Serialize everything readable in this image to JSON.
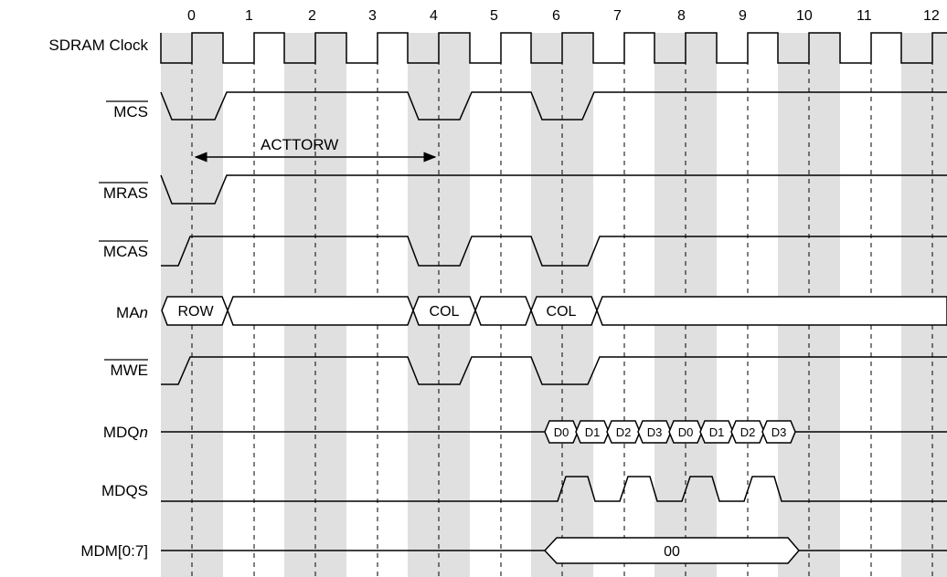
{
  "clock_label": "SDRAM Clock",
  "cycle_labels": [
    "0",
    "1",
    "2",
    "3",
    "4",
    "5",
    "6",
    "7",
    "8",
    "9",
    "10",
    "11",
    "12"
  ],
  "signals": {
    "mcs": "MCS",
    "mras": "MRAS",
    "mcas": "MCAS",
    "man_base": "MA",
    "man_suffix": "n",
    "mwe": "MWE",
    "mdqn_base": "MDQ",
    "mdqn_suffix": "n",
    "mdqs": "MDQS",
    "mdm": "MDM[0:7]"
  },
  "annotation": "ACTTORW",
  "bus_values": {
    "row": "ROW",
    "col1": "COL",
    "col2": "COL",
    "data": [
      "D0",
      "D1",
      "D2",
      "D3",
      "D0",
      "D1",
      "D2",
      "D3"
    ],
    "mask": "00"
  }
}
